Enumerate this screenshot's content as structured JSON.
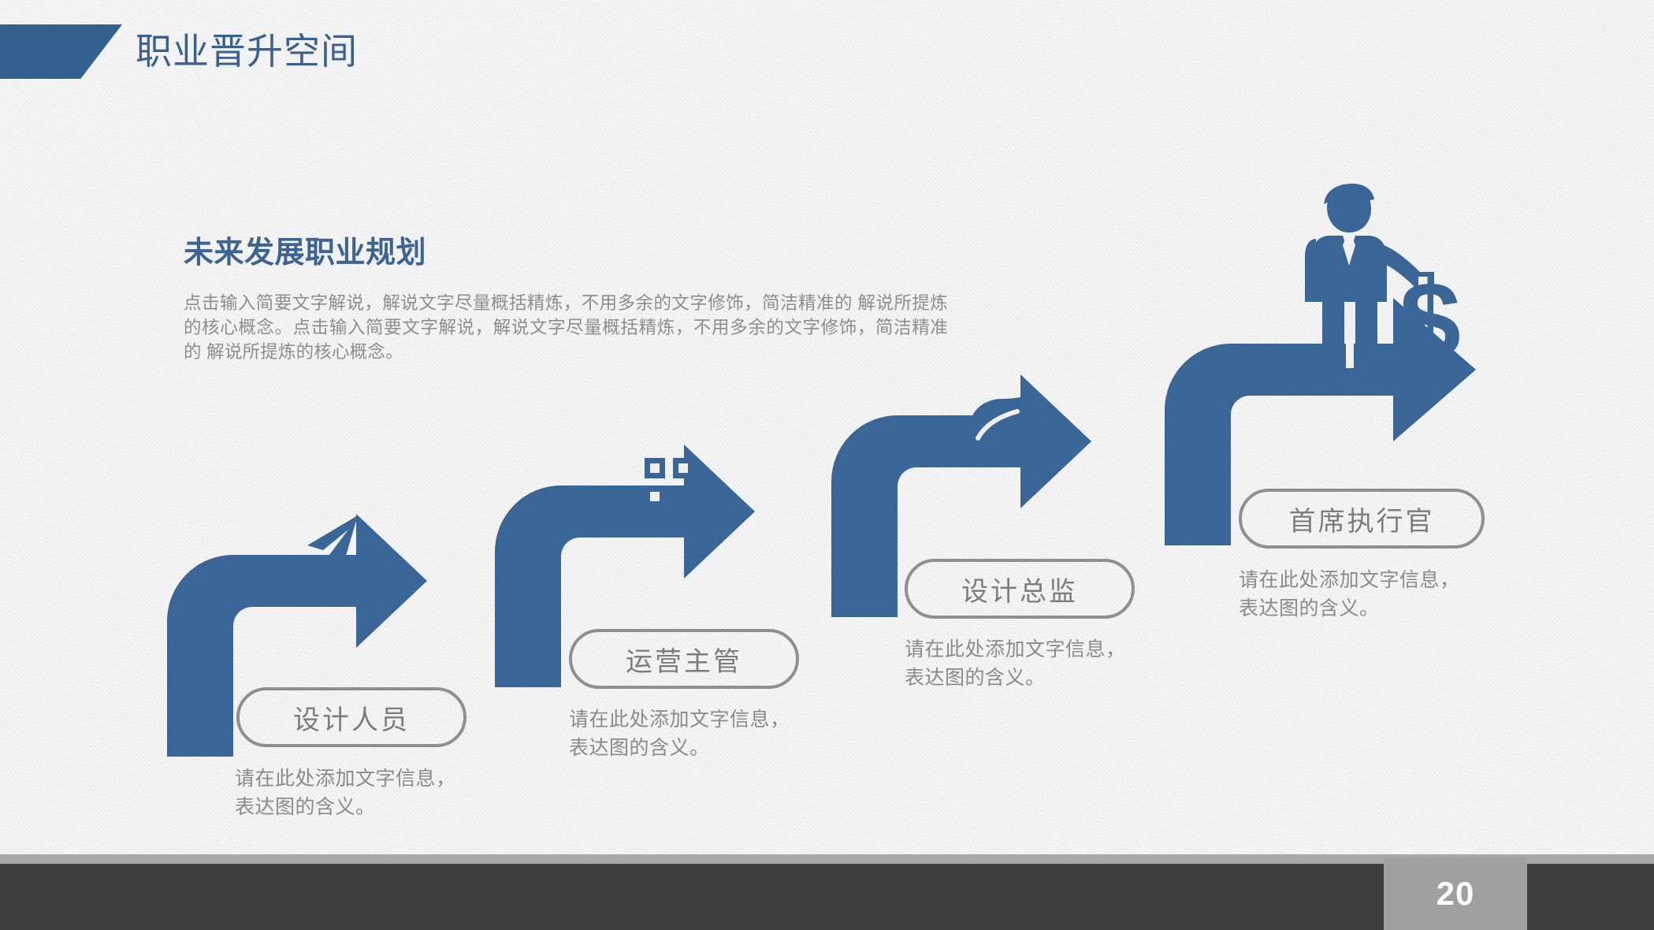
{
  "slide": {
    "title": "职业晋升空间",
    "page_number": "20",
    "accent_color": "#3a6697",
    "title_color": "#3a6091",
    "pill_border_color": "#8f8f8f",
    "text_color": "#8a8a8a",
    "footer_color": "#3e3e3e",
    "background_color": "#eeeeee"
  },
  "intro": {
    "heading": "未来发展职业规划",
    "body": "点击输入简要文字解说，解说文字尽量概括精炼，不用多余的文字修饰，简洁精准的 解说所提炼的核心概念。点击输入简要文字解说，解说文字尽量概括精炼，不用多余的文字修饰，简洁精准的 解说所提炼的核心概念。"
  },
  "steps": [
    {
      "label": "设计人员",
      "caption": "请在此处添加文字信息，表达图的含义。",
      "icon": "paper-plane-icon"
    },
    {
      "label": "运营主管",
      "caption": "请在此处添加文字信息，表达图的含义。",
      "icon": "qr-code-icon"
    },
    {
      "label": "设计总监",
      "caption": "请在此处添加文字信息，表达图的含义。",
      "icon": "leaf-icon"
    },
    {
      "label": "首席执行官",
      "caption": "请在此处添加文字信息，表达图的含义。",
      "icon": "businessman-dollar-icon"
    }
  ]
}
